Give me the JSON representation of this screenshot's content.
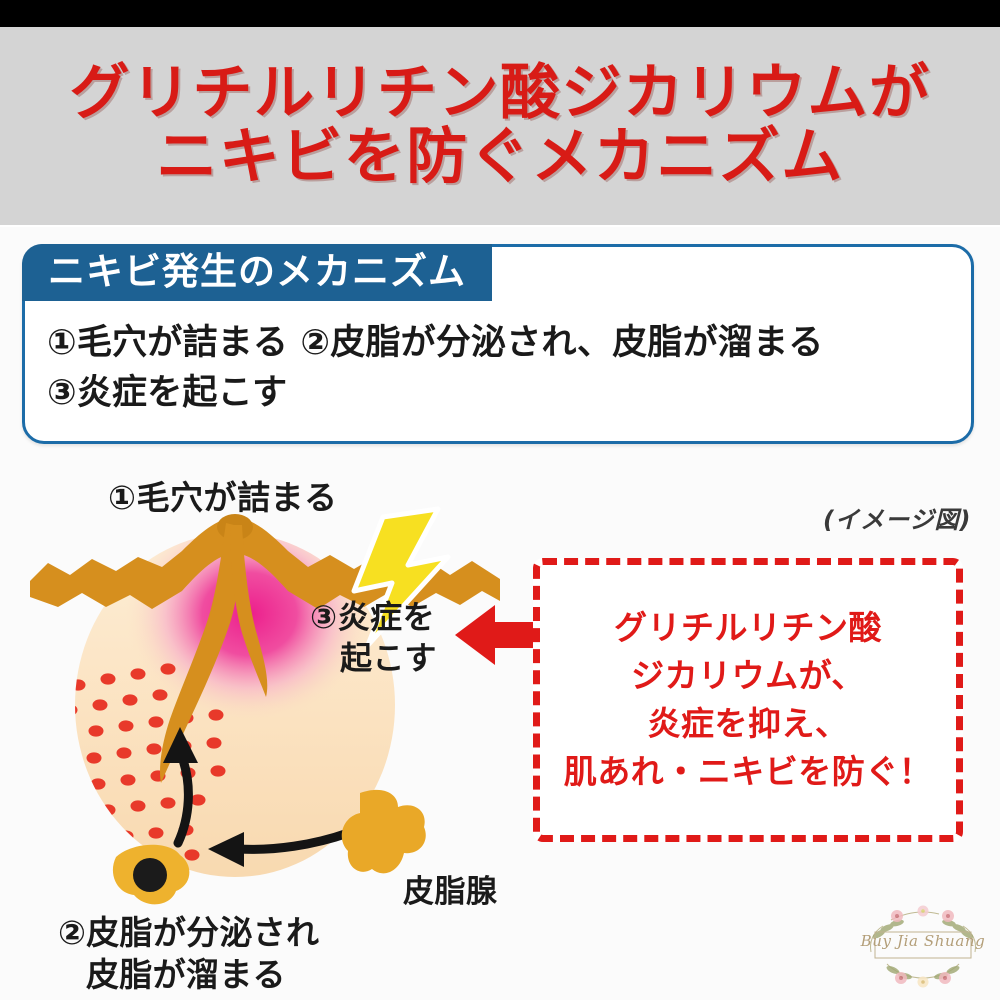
{
  "header": {
    "title_line1": "グリチルリチン酸ジカリウムが",
    "title_line2": "ニキビを防ぐメカニズム",
    "title_color": "#d81b16",
    "background_color": "#d4d4d4"
  },
  "mechanism_box": {
    "ribbon_label": "ニキビ発生のメカニズム",
    "ribbon_color": "#1d6193",
    "border_color": "#1c6ca8",
    "body_line1": "①毛穴が詰まる ②皮脂が分泌され、皮脂が溜まる",
    "body_line2": "③炎症を起こす"
  },
  "illustration": {
    "image_note": "(イメージ図)",
    "caption_step1": "①毛穴が詰まる",
    "caption_step3_line1": "③炎症を",
    "caption_step3_line2": "起こす",
    "caption_step2_line1": "②皮脂が分泌され",
    "caption_step2_line2": "皮脂が溜まる",
    "caption_gland": "皮脂腺",
    "colors": {
      "skin_fill": "#fbe2c0",
      "hair_follicle": "#d68f1e",
      "inflammation": "#ec1e8c",
      "sebum_dot": "#e8392a",
      "lightning": "#f7e021",
      "gland": "#e9a828"
    }
  },
  "callout": {
    "border_color": "#e01a18",
    "text_color": "#e01a18",
    "line1": "グリチルリチン酸",
    "line2": "ジカリウムが、",
    "line3": "炎症を抑え、",
    "line4": "肌あれ・ニキビを防ぐ！",
    "arrow_icon": "left-arrow-icon"
  },
  "watermark": {
    "text": "Buy Jia Shuang",
    "color": "#b09a72"
  }
}
